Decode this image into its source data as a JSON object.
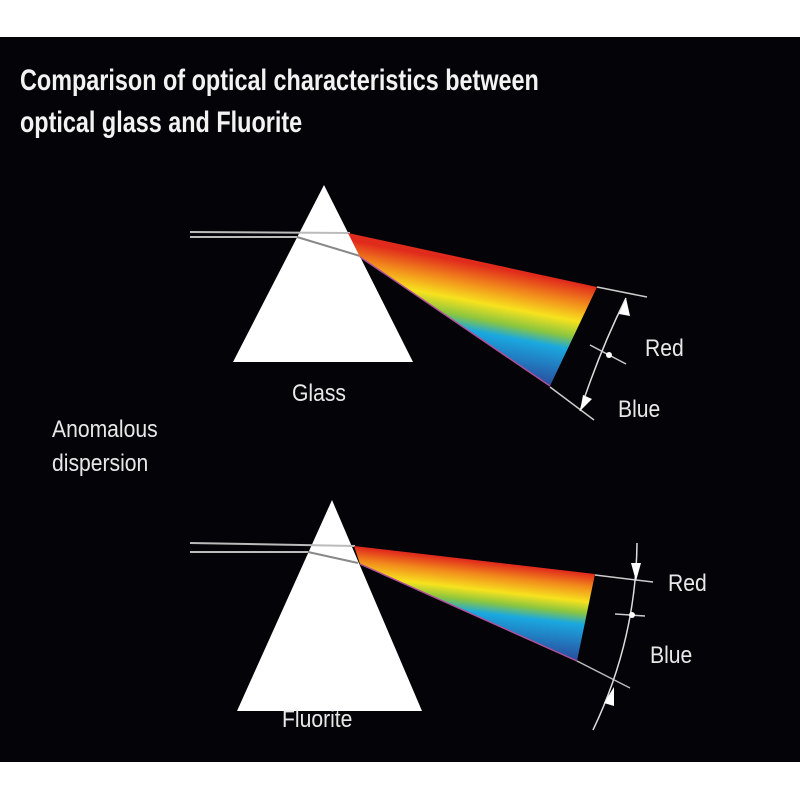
{
  "title_line1": "Comparison of optical characteristics between",
  "title_line2": "optical glass and Fluorite",
  "side_label_line1": "Anomalous",
  "side_label_line2": "dispersion",
  "glass": {
    "name": "Glass",
    "red_label": "Red",
    "blue_label": "Blue"
  },
  "fluorite": {
    "name": "Fluorite",
    "red_label": "Red",
    "blue_label": "Blue"
  },
  "colors": {
    "background": "#040308",
    "prism": "#ffffff",
    "red": "#e8301c",
    "yellow": "#f7e21e",
    "cyan": "#1aa8e0",
    "blue": "#2a4fa0",
    "edge": "#b0509a"
  }
}
